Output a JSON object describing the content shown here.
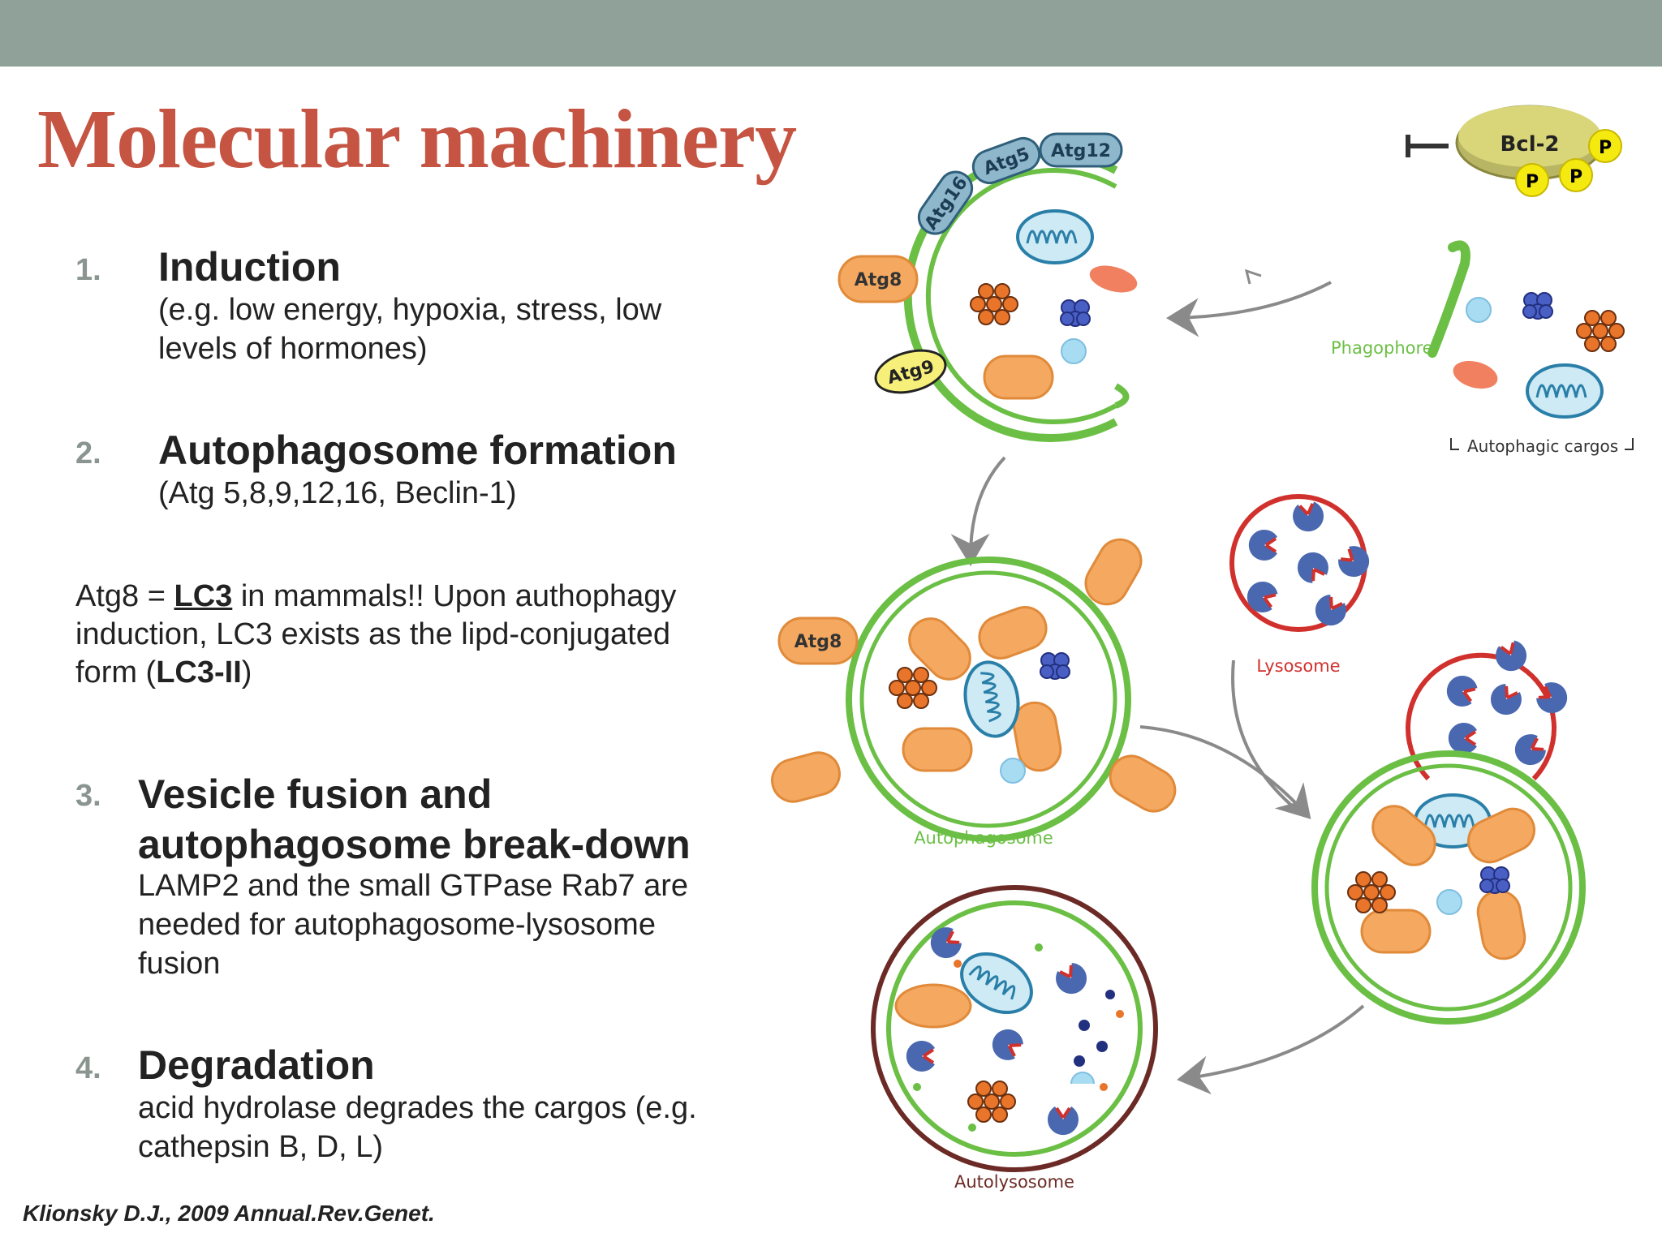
{
  "slide": {
    "title": "Molecular machinery",
    "steps": [
      {
        "number": "1.",
        "heading": "Induction",
        "body": "(e.g. low energy, hypoxia, stress, low levels of hormones)"
      },
      {
        "number": "2.",
        "heading": "Autophagosome formation",
        "body": "(Atg 5,8,9,12,16, Beclin-1)"
      },
      {
        "number": "3.",
        "heading": "Vesicle fusion and autophagosome break-down",
        "body": "LAMP2 and the small GTPase Rab7 are needed for autophagosome-lysosome fusion"
      },
      {
        "number": "4.",
        "heading": "Degradation",
        "body": "acid hydrolase degrades the cargos (e.g. cathepsin B, D, L)"
      }
    ],
    "note": {
      "part1": "Atg8 = ",
      "lc3": "LC3",
      "part2": " in mammals!! Upon authophagy induction, LC3 exists as the lipd-conjugated form (",
      "lc3ii": "LC3-II",
      "part3": ")"
    },
    "citation": "Klionsky D.J., 2009 Annual.Rev.Genet."
  },
  "diagram": {
    "bcl2": "Bcl-2",
    "phospho": "P",
    "atg16": "Atg16",
    "atg5": "Atg5",
    "atg12": "Atg12",
    "atg8": "Atg8",
    "atg9": "Atg9",
    "phagophore": "Phagophore",
    "cargos": "Autophagic cargos",
    "autophagosome": "Autophagosome",
    "lysosome": "Lysosome",
    "autolysosome": "Autolysosome",
    "colors": {
      "membrane": "#6bbf45",
      "lysosome": "#d0312d",
      "orange": "#f4a860",
      "arrow": "#8a8a8a",
      "title": "#c65442"
    }
  }
}
